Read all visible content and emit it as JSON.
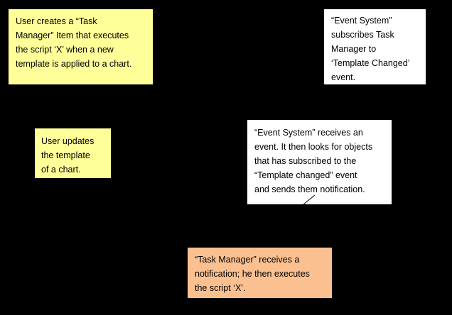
{
  "diagram": {
    "background_color": "#000000",
    "text_color": "#000000",
    "notes": [
      {
        "name": "user-creates-task-manager",
        "fill": "#FFFF99",
        "text": "User creates a “Task\nManager” Item that executes\nthe script ‘X’ when a new\ntemplate is applied to a chart."
      },
      {
        "name": "event-system-subscribes",
        "fill": "#FFFFFF",
        "text": "“Event System”\nsubscribes Task\nManager to\n‘Template Changed’\nevent."
      },
      {
        "name": "user-updates-template",
        "fill": "#FFFF99",
        "text": "User updates\nthe template\nof a chart."
      },
      {
        "name": "event-system-receives-event",
        "fill": "#FFFFFF",
        "text": "“Event System” receives an\nevent. It then looks for objects\nthat has subscribed to the\n“Template changed” event\nand sends them notification."
      },
      {
        "name": "task-manager-receives-notification",
        "fill": "#FAC090",
        "text": "“Task Manager” receives a\nnotification; he then executes\nthe script ‘X’."
      }
    ]
  }
}
